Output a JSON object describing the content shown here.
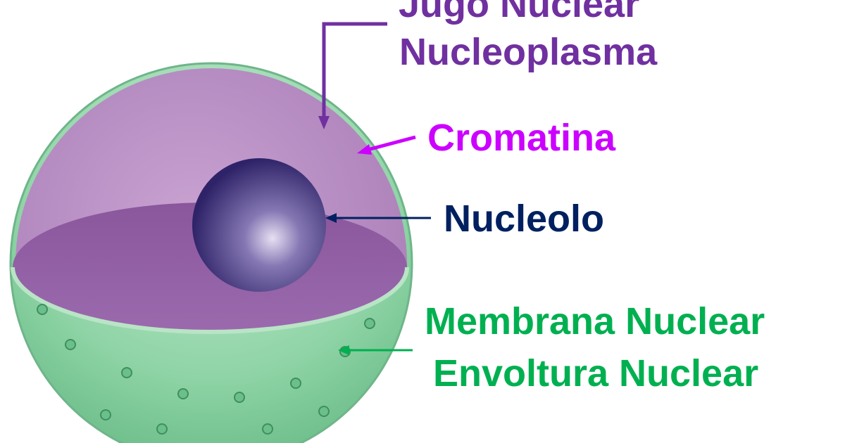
{
  "labels": {
    "jugo_nuclear": "Jugo Nuclear",
    "nucleoplasma": "Nucleoplasma",
    "cromatina": "Cromatina",
    "nucleolo": "Nucleolo",
    "membrana_nuclear": "Membrana Nuclear",
    "envoltura_nuclear": "Envoltura Nuclear"
  },
  "colors": {
    "nucleoplasma": "#7030A0",
    "cromatina": "#CC00FF",
    "nucleolo": "#002060",
    "membrana": "#00B050"
  }
}
